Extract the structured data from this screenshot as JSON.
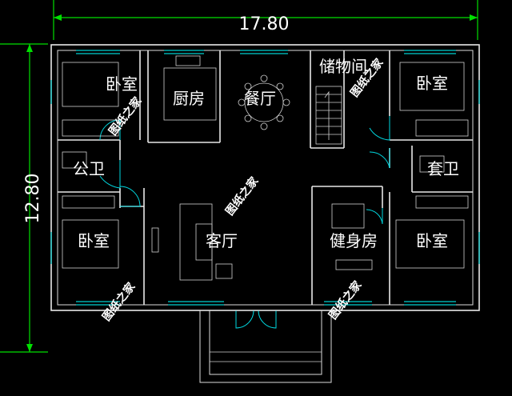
{
  "dimensions": {
    "width": "17.80",
    "height": "12.80"
  },
  "rooms": {
    "bedroom_nw": "卧室",
    "kitchen": "厨房",
    "dining": "餐厅",
    "storage": "储物间",
    "bedroom_ne": "卧室",
    "public_bath": "公卫",
    "ensuite_bath": "套卫",
    "bedroom_sw": "卧室",
    "living": "客厅",
    "gym": "健身房",
    "bedroom_se": "卧室"
  },
  "watermark": "图纸之家",
  "colors": {
    "background": "#000000",
    "wall": "#e8e8e8",
    "window": "#00d0d0",
    "dimension": "#00e000",
    "text": "#ffffff"
  }
}
